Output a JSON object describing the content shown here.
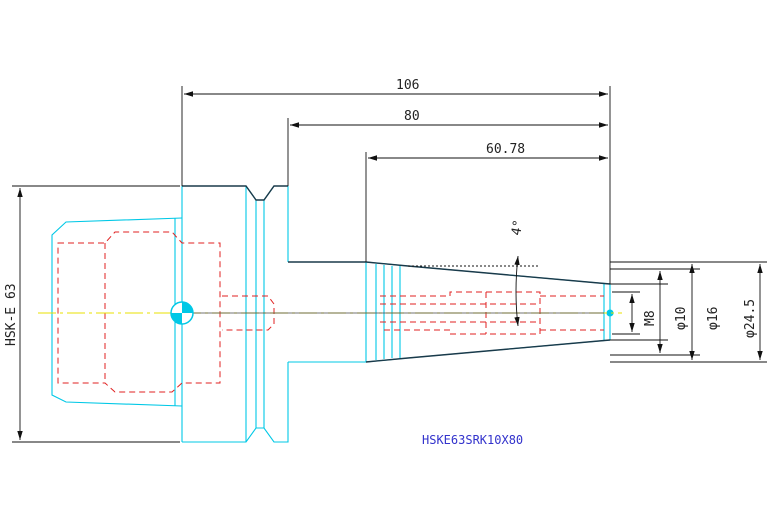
{
  "drawing": {
    "part_number": "HSKE63SRK10X80",
    "interface_label": "HSK-E 63",
    "dimensions": {
      "overall_length": "106",
      "gauge_length": "80",
      "taper_length": "60.78",
      "taper_angle": "4°",
      "thread": "M8",
      "bore_diameter": "φ10",
      "nose_diameter": "φ16",
      "taper_diameter": "φ24.5"
    },
    "colors": {
      "outline": "#00c8e6",
      "hidden_line": "#e02020",
      "dimension_line": "#111111",
      "center_line": "#e8e000",
      "title": "#3333cc"
    }
  }
}
